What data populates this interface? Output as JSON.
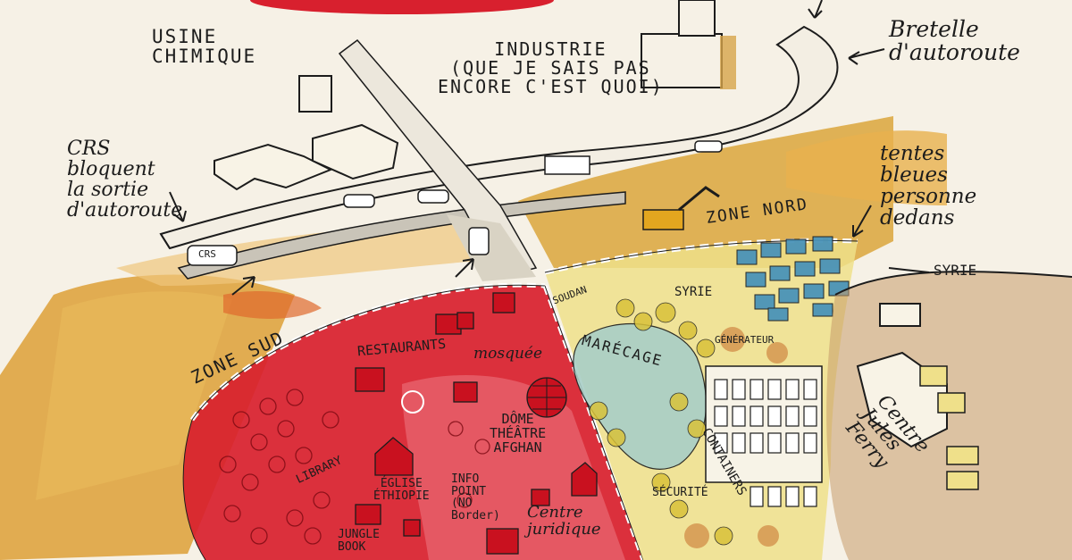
{
  "map": {
    "labels": {
      "usine": "USINE\nCHIMIQUE",
      "industrie": "INDUSTRIE\n(QUE JE SAIS PAS\nENCORE C'EST QUOI)",
      "bretelle": "Bretelle\nd'autoroute",
      "crs": "CRS\nbloquent\nla sortie\nd'autoroute",
      "crs_van": "CRS",
      "tentes": "tentes\nbleues\npersonne\ndedans",
      "syrie_edge": "SYRIE",
      "zone_nord": "ZONE NORD",
      "zone_sud": "ZONE SUD",
      "restaurants": "RESTAURANTS",
      "mosquee": "mosquée",
      "dome": "DÔME\nTHÉÂTRE\nAFGHAN",
      "library": "LIBRARY",
      "eglise": "ÉGLISE\nÉTHIOPIE",
      "info": "INFO\nPOINT\n(NO\nBorder)",
      "centre_juridique": "Centre\njuridique",
      "jungle_book": "JUNGLE\nBOOK",
      "marecage": "MARÉCAGE",
      "syrie_in": "SYRIE",
      "soudan": "SOUDAN",
      "generateur": "GÉNÉRATEUR",
      "containers": "CONTAINERS",
      "securite": "SÉCURITÉ",
      "jules_ferry": "Centre\nJules\nFerry"
    },
    "colors": {
      "ink": "#1c1c1c",
      "red_zone": "#d8202e",
      "ochre": "#d99b2a",
      "orange": "#e0742a",
      "paper": "#f6f1e6",
      "tent_blue": "#4a93b8"
    }
  }
}
